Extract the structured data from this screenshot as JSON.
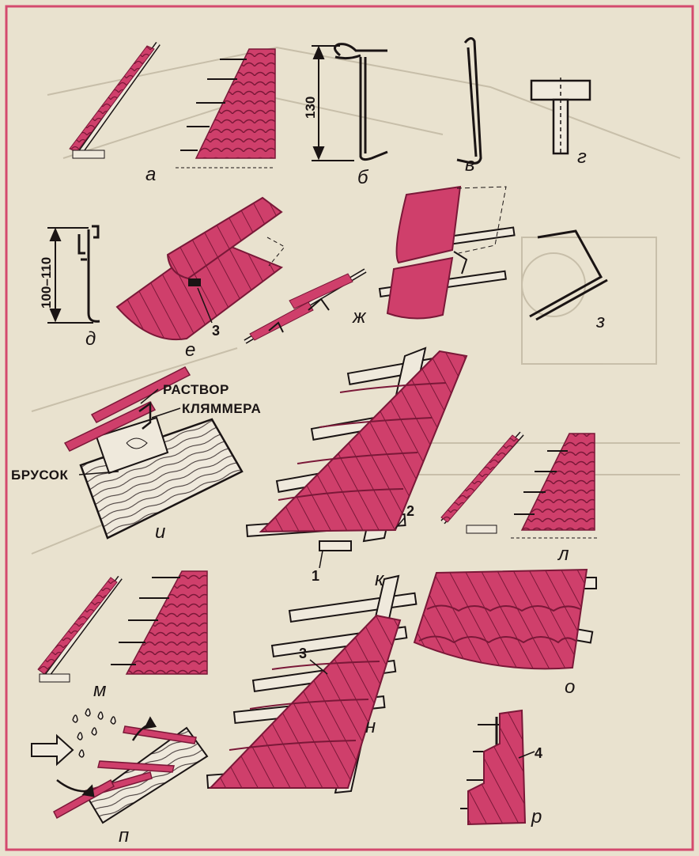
{
  "colors": {
    "paper": "#e9e2cf",
    "tile": "#cf3f6b",
    "tile_dark": "#8e1d42",
    "ink": "#1a1414",
    "frame": "#d44a6e"
  },
  "panel_letters": {
    "a": "а",
    "b": "б",
    "v": "в",
    "g": "г",
    "d": "д",
    "e": "е",
    "zh": "ж",
    "z": "з",
    "i": "и",
    "k": "к",
    "l": "л",
    "m": "м",
    "n": "н",
    "o": "о",
    "p": "п",
    "r": "р"
  },
  "dimensions": {
    "hook_height": "130",
    "clip_height": "100–110"
  },
  "captions": {
    "mortar": "РАСТВОР",
    "clip": "КЛЯММЕРА",
    "batten": "БРУСОК"
  },
  "numbers": {
    "e_3": "3",
    "k_1": "1",
    "k_2": "2",
    "n_3": "3",
    "r_4": "4"
  }
}
